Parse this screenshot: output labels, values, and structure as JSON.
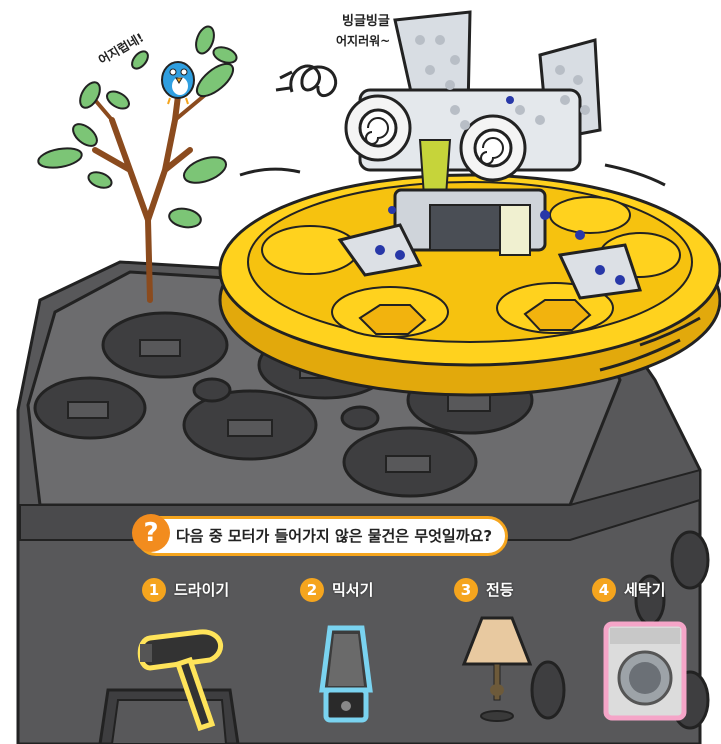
{
  "question": {
    "badge": "?",
    "text": "다음 중 모터가 들어가지 않은 물건은 무엇일까요?"
  },
  "options": [
    {
      "number": "1",
      "label": "드라이기"
    },
    {
      "number": "2",
      "label": "믹서기"
    },
    {
      "number": "3",
      "label": "전등"
    },
    {
      "number": "4",
      "label": "세탁기"
    }
  ],
  "bird_speech": "어지럽네!",
  "robot_speech": {
    "line1": "빙글빙글",
    "line2": "어지러워~"
  },
  "colors": {
    "accent_orange": "#f5a51e",
    "badge_orange": "#f28c1e",
    "block_gray": "#58585a",
    "spinner_yellow": "#ffd21e",
    "bird_blue": "#2f9fe0",
    "leaf_green": "#7cc576"
  },
  "icons": [
    "hair-dryer-icon",
    "blender-icon",
    "lamp-icon",
    "washing-machine-icon",
    "bird-icon",
    "tree-icon",
    "robot-icon"
  ]
}
